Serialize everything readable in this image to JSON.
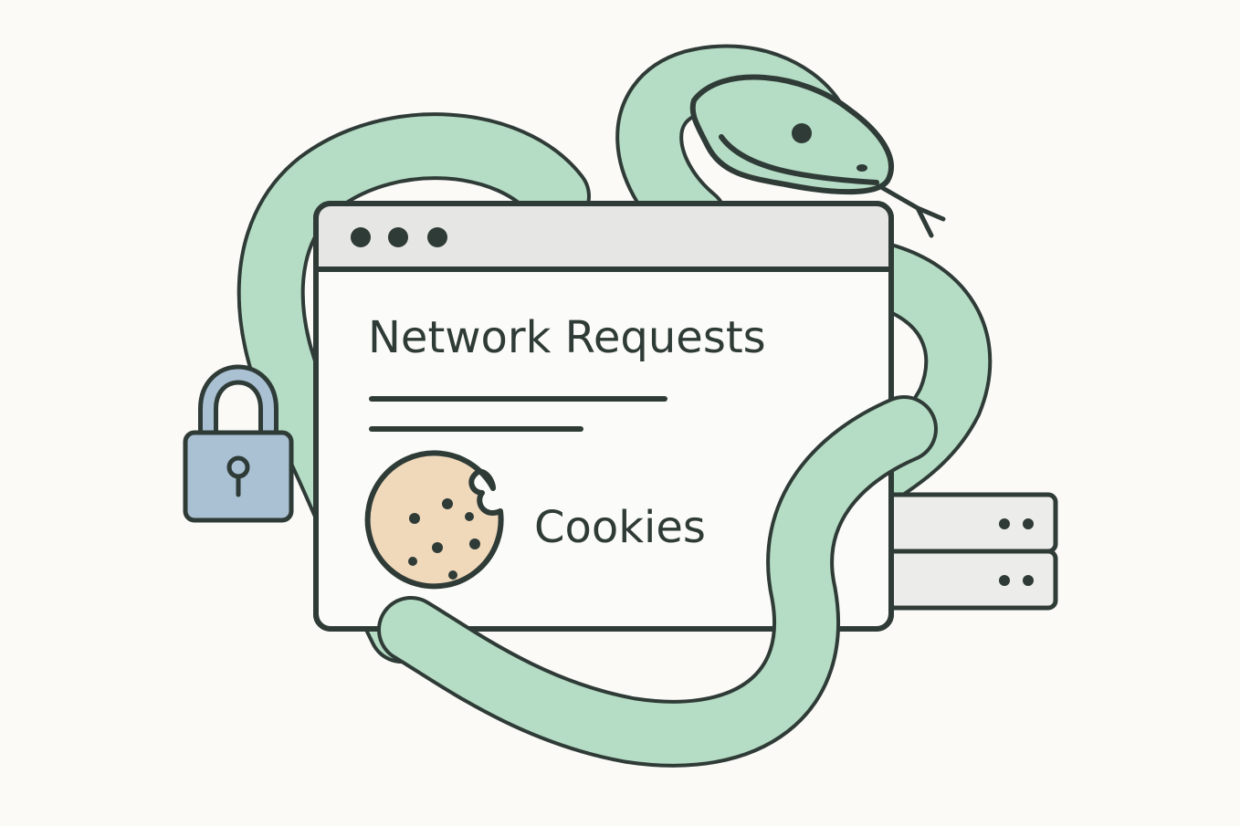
{
  "window": {
    "title": "Network Requests",
    "item_label": "Cookies"
  },
  "icons": {
    "lock": "padlock-icon",
    "cookie": "cookie-icon",
    "server": "server-icon",
    "mascot": "snake-illustration"
  },
  "colors": {
    "background": "#fbfaf7",
    "outline": "#2f3b37",
    "snake": "#b5dcc4",
    "titlebar": "#e6e6e4",
    "window": "#fbfbf9",
    "lock": "#a9c1d3",
    "cookie": "#f0d9bb",
    "server": "#ececea"
  }
}
